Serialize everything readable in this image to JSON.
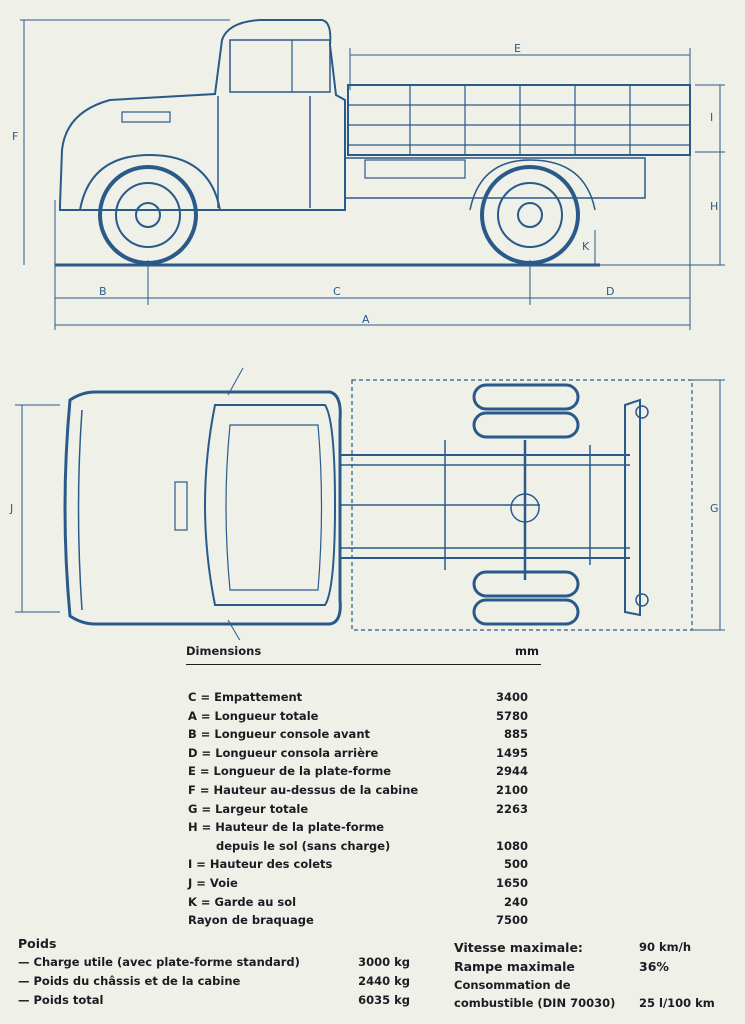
{
  "dimensions": {
    "header_label": "Dimensions",
    "header_unit": "mm",
    "rows": [
      {
        "label": "C = Empattement",
        "value": "3400"
      },
      {
        "label": "A = Longueur totale",
        "value": "5780"
      },
      {
        "label": "B = Longueur console avant",
        "value": "885"
      },
      {
        "label": "D = Longueur consola arrière",
        "value": "1495"
      },
      {
        "label": "E = Longueur de la plate-forme",
        "value": "2944"
      },
      {
        "label": "F = Hauteur au-dessus de la cabine",
        "value": "2100"
      },
      {
        "label": "G = Largeur totale",
        "value": "2263"
      },
      {
        "label": "H = Hauteur de la plate-forme",
        "value": ""
      },
      {
        "label": "depuis le sol (sans charge)",
        "value": "1080"
      },
      {
        "label": "I = Hauteur des colets",
        "value": "500"
      },
      {
        "label": "J = Voie",
        "value": "1650"
      },
      {
        "label": "K = Garde au sol",
        "value": "240"
      },
      {
        "label": "Rayon de braquage",
        "value": "7500"
      }
    ]
  },
  "weights": {
    "title": "Poids",
    "rows": [
      {
        "label": "— Charge utile (avec plate-forme standard)",
        "value": "3000 kg"
      },
      {
        "label": "— Poids du châssis et de la cabine",
        "value": "2440 kg"
      },
      {
        "label": "— Poids total",
        "value": "6035 kg"
      }
    ]
  },
  "performance": {
    "rows": [
      {
        "label": "Vitesse maximale:",
        "value": "90 km/h"
      },
      {
        "label": "Rampe maximale",
        "value": "36%"
      },
      {
        "label": "Consommation de",
        "value": ""
      },
      {
        "label": "combustible (DIN 70030)",
        "value": "25 l/100 km"
      }
    ]
  },
  "drawing_labels": {
    "A": "A",
    "B": "B",
    "C": "C",
    "D": "D",
    "E": "E",
    "F": "F",
    "G": "G",
    "H": "H",
    "I": "I",
    "J": "J",
    "K": "K"
  },
  "colors": {
    "ink": "#2a5a8a",
    "paper": "#eff0e8",
    "text": "#1a1d22"
  }
}
